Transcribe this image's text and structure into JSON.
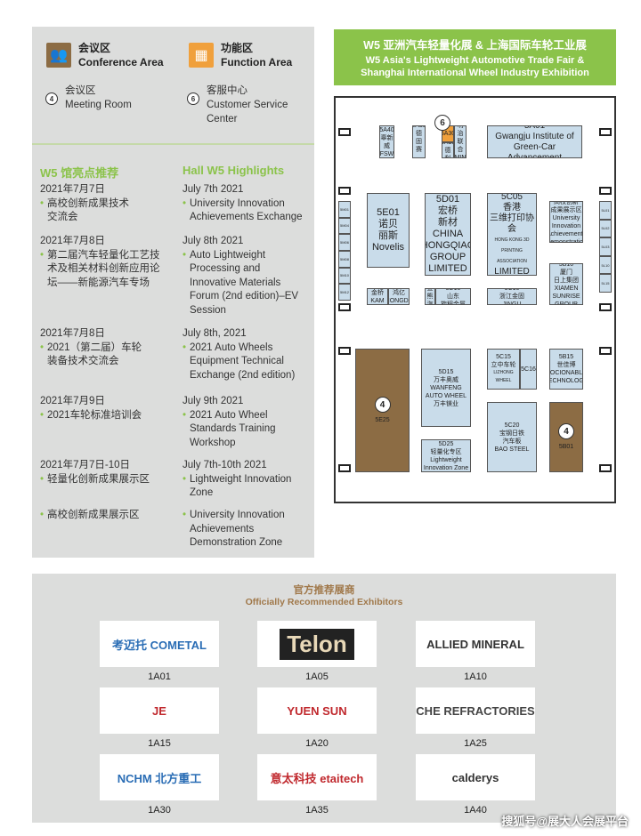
{
  "legend": {
    "conference": {
      "cn": "会议区",
      "en": "Conference Area",
      "icon": "people-icon",
      "color": "#8c6c44"
    },
    "function": {
      "cn": "功能区",
      "en": "Function Area",
      "icon": "grid-icon",
      "color": "#f0a03c"
    },
    "meeting": {
      "num": "4",
      "cn": "会议区",
      "en": "Meeting Room"
    },
    "service": {
      "num": "6",
      "cn": "客服中心",
      "en1": "Customer Service",
      "en2": "Center"
    }
  },
  "highlights": {
    "title_cn": "W5 馆亮点推荐",
    "title_en": "Hall W5 Highlights",
    "items": [
      {
        "date_cn": "2021年7月7日",
        "text_cn": [
          "高校创新成果技术",
          "交流会"
        ],
        "date_en": "July 7th 2021",
        "text_en": [
          "University Innovation",
          "Achievements Exchange"
        ]
      },
      {
        "date_cn": "2021年7月8日",
        "text_cn": [
          "第二届汽车轻量化工艺技",
          "术及相关材料创新应用论",
          "坛——新能源汽车专场"
        ],
        "date_en": "July 8th 2021",
        "text_en": [
          "Auto Lightweight",
          "Processing and",
          "Innovative Materials",
          "Forum (2nd edition)–EV",
          "Session"
        ]
      },
      {
        "date_cn": "2021年7月8日",
        "text_cn": [
          "2021（第二届）车轮",
          "装备技术交流会"
        ],
        "date_en": "July 8th, 2021",
        "text_en": [
          "2021 Auto Wheels",
          "Equipment Technical",
          "Exchange (2nd edition)"
        ]
      },
      {
        "date_cn": "2021年7月9日",
        "text_cn": [
          "2021车轮标准培训会"
        ],
        "date_en": "July 9th 2021",
        "text_en": [
          "2021 Auto Wheel",
          "Standards Training",
          "Workshop"
        ]
      },
      {
        "date_cn": "2021年7月7日-10日",
        "text_cn": [
          "轻量化创新成果展示区"
        ],
        "date_en": "July 7th-10th 2021",
        "text_en": [
          "Lightweight Innovation",
          "Zone"
        ]
      },
      {
        "date_cn": "",
        "text_cn": [
          "高校创新成果展示区"
        ],
        "date_en": "",
        "text_en": [
          "University Innovation",
          "Achievements",
          "Demonstration Zone"
        ]
      }
    ]
  },
  "banner": {
    "cn": "W5 亚洲汽车轻量化展 & 上海国际车轮工业展",
    "en1": "W5 Asia's Lightweight Automotive Trade Fair &",
    "en2": "Shanghai International Wheel Industry Exhibition"
  },
  "map": {
    "booths": {
      "b5A40": [
        "5A40",
        "辜新威",
        "FSW"
      ],
      "b5A35": [
        "5A35",
        "德固",
        "赛",
        "..."
      ],
      "b5A30": [
        "5A30"
      ],
      "b5A15": [
        "5A15",
        "德利"
      ],
      "b5A20": [
        "5A20",
        "明治",
        "联合",
        "MIN TA"
      ],
      "b5A01": [
        "5A01",
        "Gwangju Institute of",
        "Green-Car Advancement"
      ],
      "b5E01": [
        "5E01",
        "诺贝",
        "丽斯",
        "Novelis"
      ],
      "b5D01": [
        "5D01",
        "宏桥",
        "新材",
        "CHINA",
        "HONGQIAO",
        "GROUP",
        "LIMITED"
      ],
      "b5C05": [
        "5C05",
        "香港",
        "三维打印协会",
        "HONG KONG 3D",
        "PRINTING ASSOCIATION",
        "LIMITED"
      ],
      "b5B05": [
        "5B05",
        "高校创新",
        "成果展示区",
        "University Innovation",
        "Achievements",
        "Demonstration Zone"
      ],
      "b5B10": [
        "5B10",
        "厦门",
        "日上集团",
        "XIAMEN",
        "SUNRISE",
        "GROUP"
      ],
      "b5E10": [
        "5E10",
        "金桥",
        "KAM KIU"
      ],
      "b5E15": [
        "5E15",
        "鸿亿",
        "HONGDA",
        "锻铝"
      ],
      "b5D12": [
        "5D12",
        "金熊",
        "汽车"
      ],
      "b5D10": [
        "5D10",
        "山东",
        "旋程金属"
      ],
      "b5C10": [
        "5C10",
        "浙江金固",
        "JINGU"
      ],
      "b5E25": [
        "4",
        "5E25"
      ],
      "b5D15": [
        "5D15",
        "万丰奥威",
        "WANFENG",
        "AUTO WHEEL",
        "万丰镁业"
      ],
      "b5D25": [
        "5D25",
        "轻量化专区",
        "Lightweight",
        "Innovation Zone"
      ],
      "b5C15": [
        "5C15",
        "立中车轮",
        "LIZHONG WHEEL"
      ],
      "b5C16": [
        "5C16"
      ],
      "b5B15": [
        "5B15",
        "世佳博",
        "SOCIONABLE",
        "TECHNOLOGY"
      ],
      "b5C20": [
        "5C20",
        "宝钢日铁",
        "汽车板",
        "BAO STEEL"
      ],
      "b5B01": [
        "4",
        "5B01"
      ],
      "leftcol": [
        "5M01",
        "5M04",
        "5M06",
        "5M08",
        "5M10",
        "5M12"
      ],
      "rightcol": [
        "5L01",
        "5L02",
        "5L03",
        "5L10",
        "5L15"
      ]
    },
    "service_marker": "6"
  },
  "exhibitors": {
    "title_cn": "官方推荐展商",
    "title_en": "Officially Recommended Exhibitors",
    "items": [
      {
        "code": "1A01",
        "logo": "考迈托 COMETAL"
      },
      {
        "code": "1A05",
        "logo": "Telon"
      },
      {
        "code": "1A10",
        "logo": "ALLIED MINERAL"
      },
      {
        "code": "1A15",
        "logo": "JE"
      },
      {
        "code": "1A20",
        "logo": "YUEN SUN"
      },
      {
        "code": "1A25",
        "logo": "CHE REFRACTORIES"
      },
      {
        "code": "1A30",
        "logo": "NCHM 北方重工"
      },
      {
        "code": "1A35",
        "logo": "意太科技 etaitech"
      },
      {
        "code": "1A40",
        "logo": "calderys"
      }
    ]
  },
  "watermark": "搜狐号@展大人会展平台"
}
